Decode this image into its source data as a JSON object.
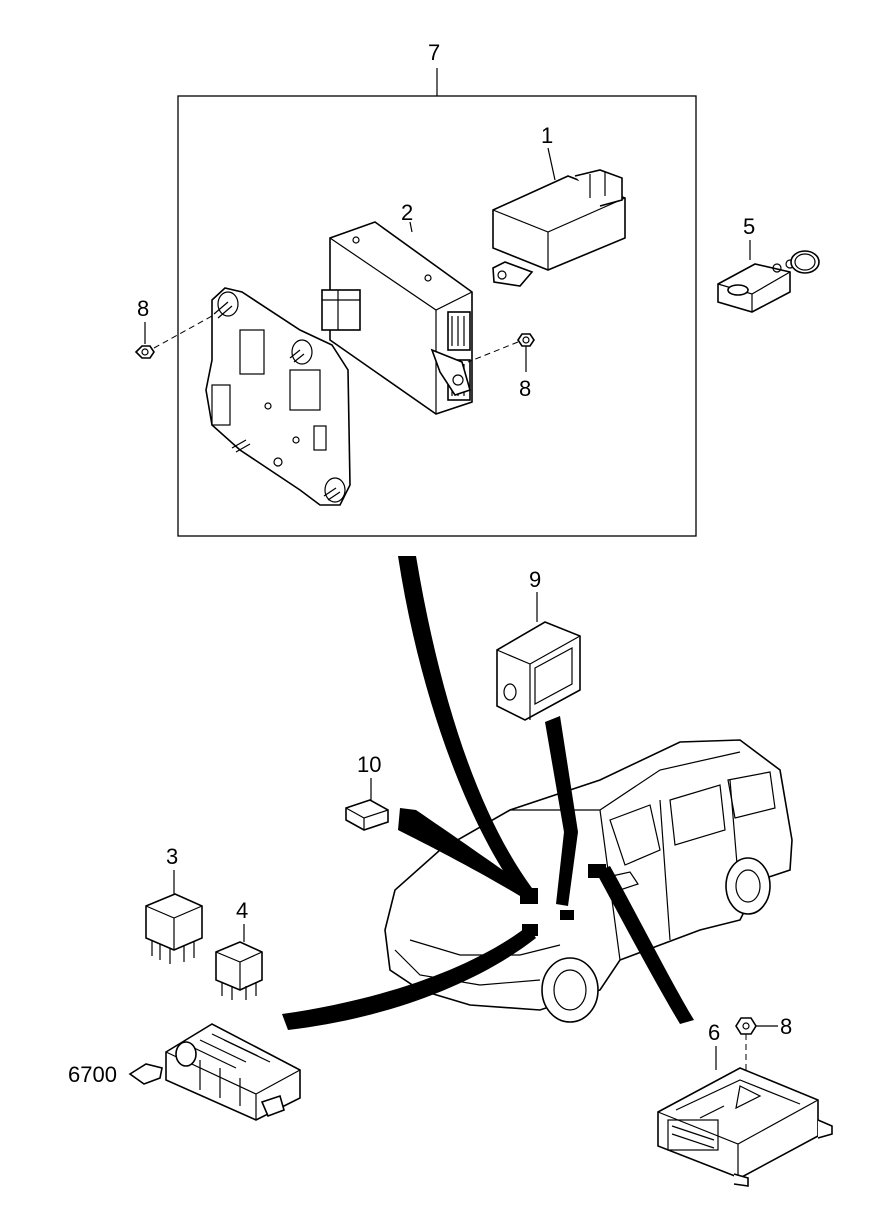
{
  "callouts": {
    "c1": "1",
    "c2": "2",
    "c3": "3",
    "c4": "4",
    "c5": "5",
    "c6": "6",
    "c7": "7",
    "c8a": "8",
    "c8b": "8",
    "c8c": "8",
    "c9": "9",
    "c10": "10",
    "c6700": "6700"
  }
}
